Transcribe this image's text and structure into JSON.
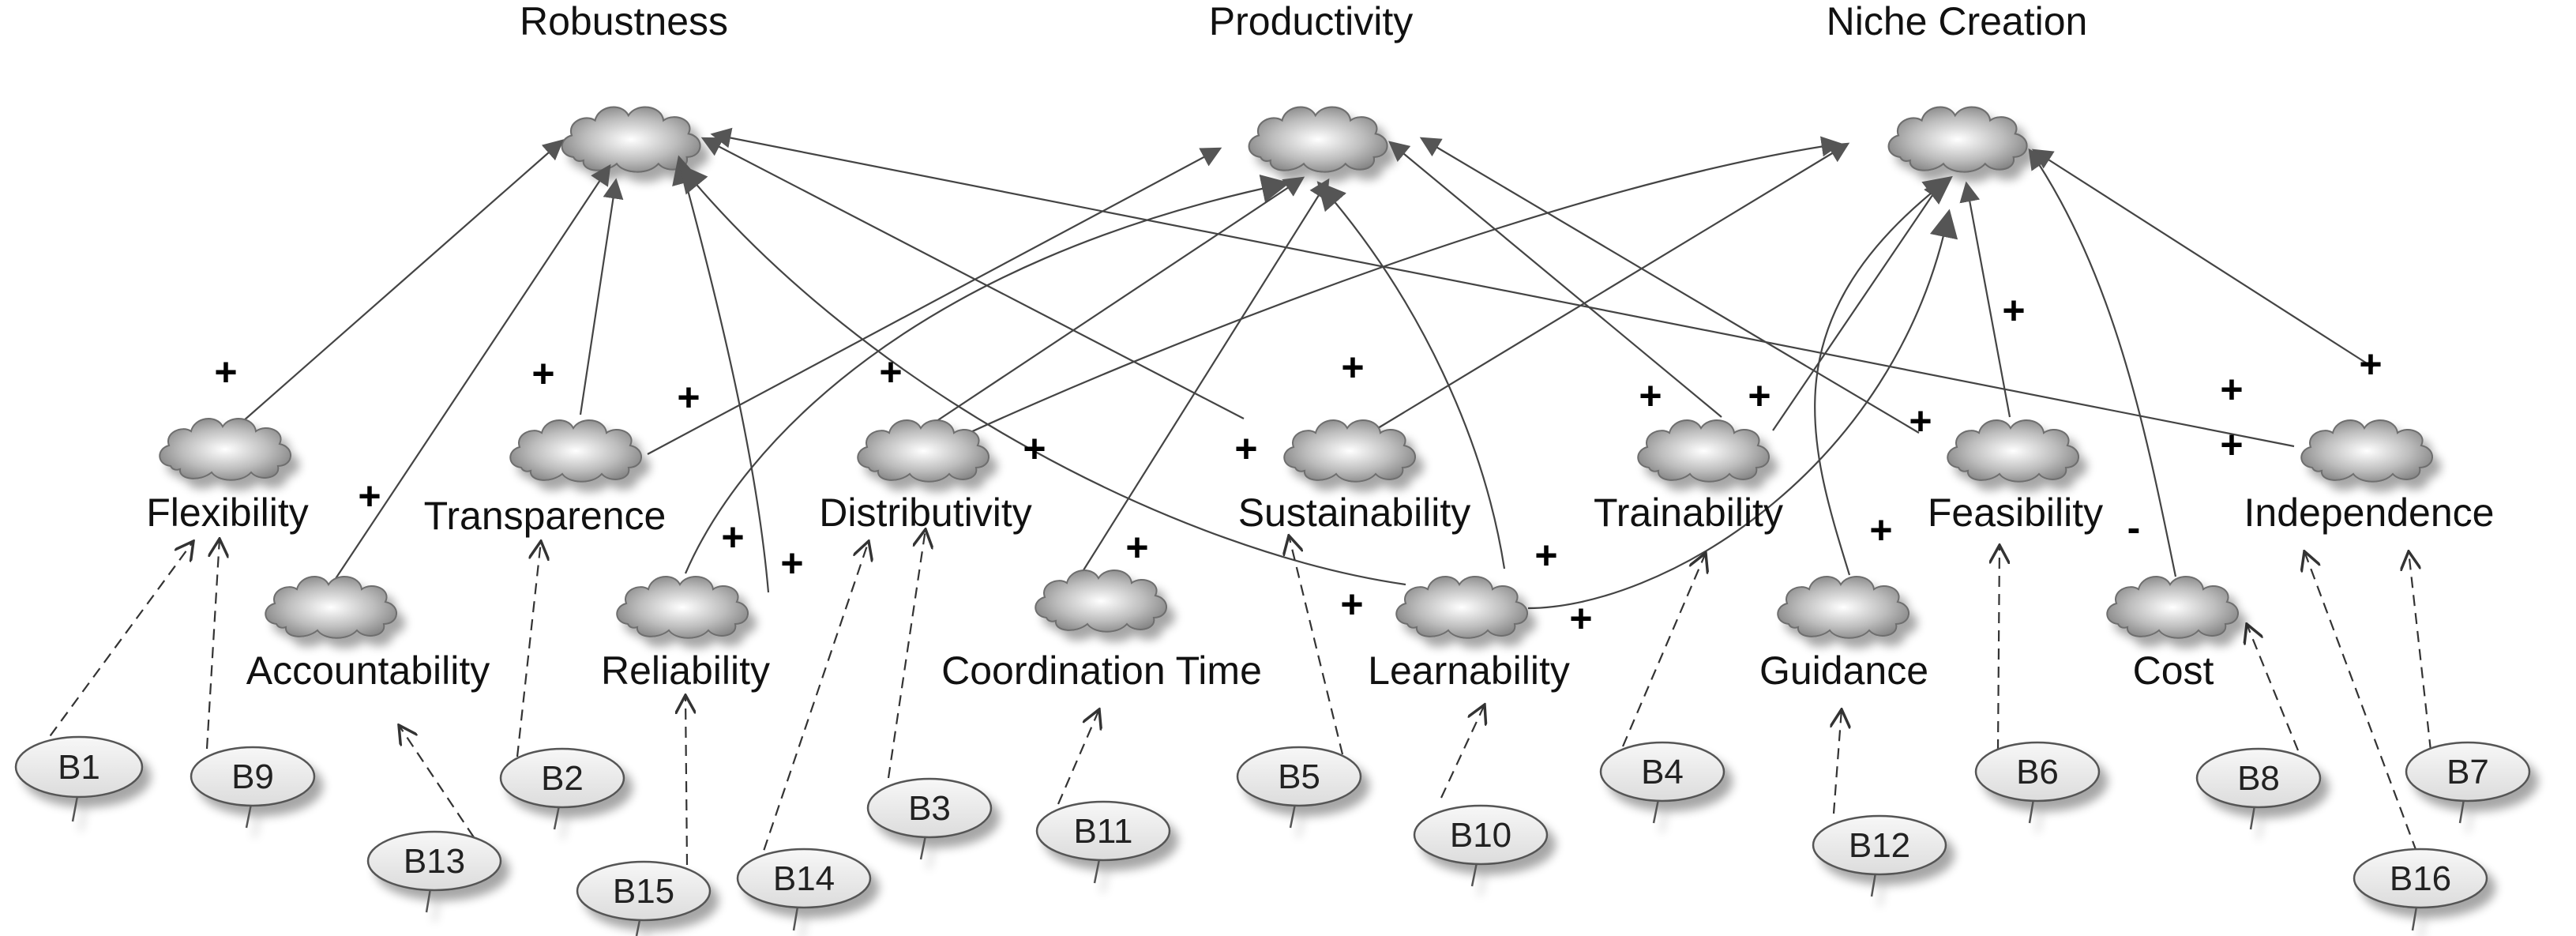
{
  "goals": {
    "robustness": "Robustness",
    "productivity": "Productivity",
    "niche_creation": "Niche Creation"
  },
  "softgoals": {
    "flexibility": "Flexibility",
    "transparence": "Transparence",
    "distributivity": "Distributivity",
    "sustainability": "Sustainability",
    "trainability": "Trainability",
    "feasibility": "Feasibility",
    "independence": "Independence",
    "accountability": "Accountability",
    "reliability": "Reliability",
    "coordination_time": "Coordination Time",
    "learnability": "Learnability",
    "guidance": "Guidance",
    "cost": "Cost"
  },
  "beliefs": {
    "b1": "B1",
    "b2": "B2",
    "b3": "B3",
    "b4": "B4",
    "b5": "B5",
    "b6": "B6",
    "b7": "B7",
    "b8": "B8",
    "b9": "B9",
    "b10": "B10",
    "b11": "B11",
    "b12": "B12",
    "b13": "B13",
    "b14": "B14",
    "b15": "B15",
    "b16": "B16"
  },
  "signs": {
    "plus": "+",
    "minus": "-"
  },
  "colors": {
    "cloud_light": "#ffffff",
    "cloud_dark": "#8a8a8a",
    "line": "#444444"
  }
}
